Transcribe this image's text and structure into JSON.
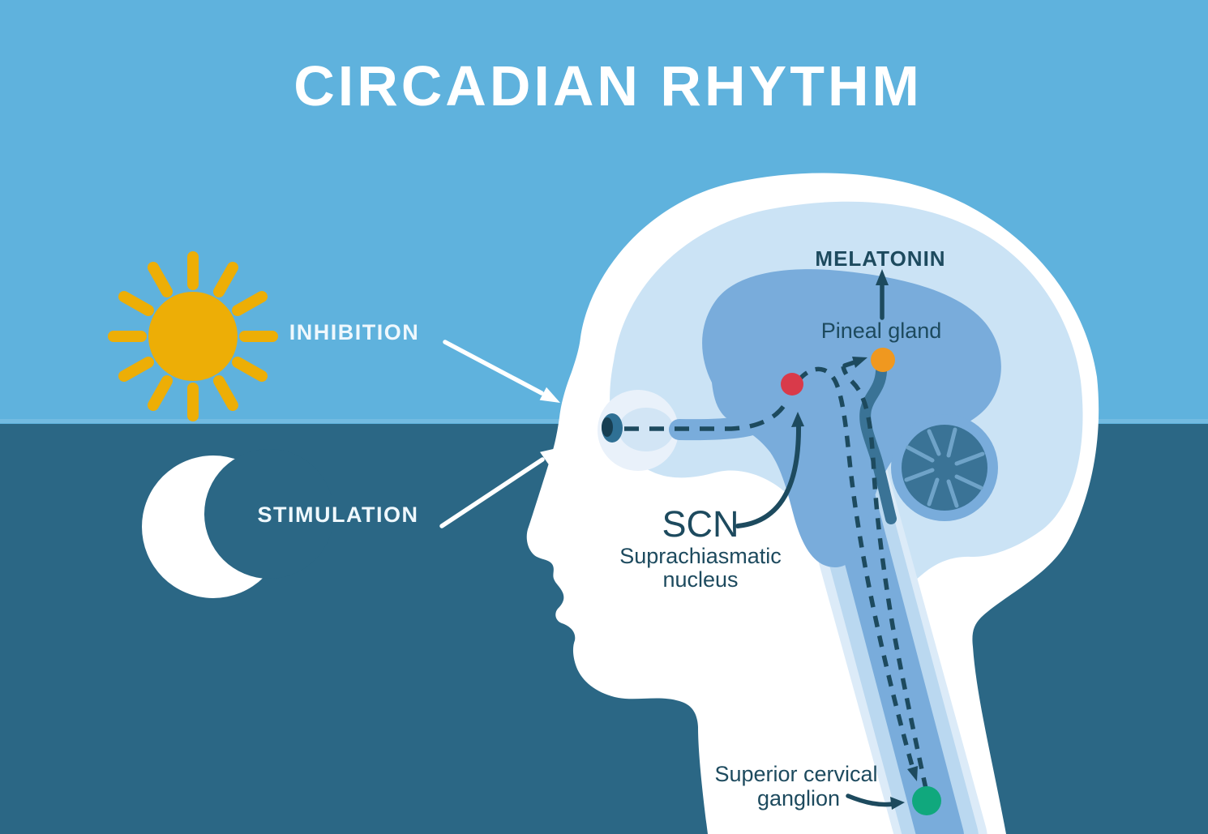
{
  "title": "CIRCADIAN RHYTHM",
  "day_section": {
    "icon": "sun-icon",
    "label": "INHIBITION"
  },
  "night_section": {
    "icon": "moon-icon",
    "label": "STIMULATION"
  },
  "brain_labels": {
    "melatonin": "MELATONIN",
    "pineal_gland": "Pineal gland",
    "scn_abbr": "SCN",
    "scn_name_line1": "Suprachiasmatic",
    "scn_name_line2": "nucleus",
    "ganglion_line1": "Superior cervical",
    "ganglion_line2": "ganglion"
  },
  "colors": {
    "sky_day": "#5FB2DD",
    "sky_night": "#2B6785",
    "horizon_band": "#8CC6E6",
    "sun": "#EDAE06",
    "moon": "#FFFFFF",
    "head": "#FFFFFF",
    "skull_interior": "#CBE3F5",
    "brain": "#79ACDB",
    "brainstem_glow": "#BAD8F0",
    "cerebellum_inner": "#3A7396",
    "line_navy": "#1D4A5E",
    "scn_dot": "#D93A4A",
    "pineal_dot": "#F0981F",
    "ganglion_dot": "#10A87D"
  }
}
